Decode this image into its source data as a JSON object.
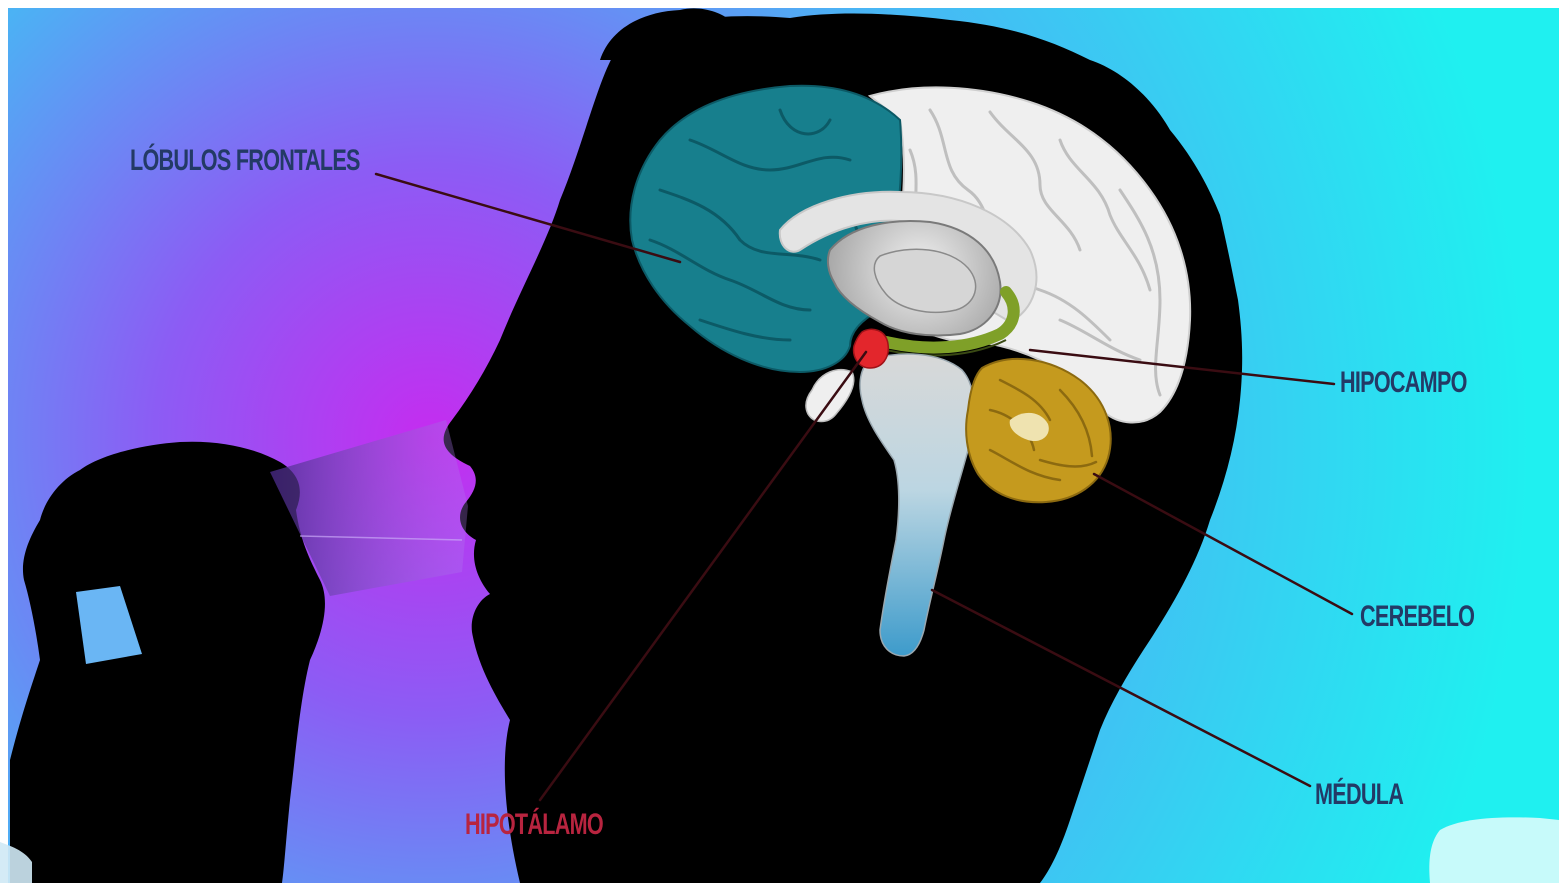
{
  "labels": {
    "frontal": "LÓBULOS FRONTALES",
    "hippocampus": "HIPOCAMPO",
    "cerebellum": "CEREBELO",
    "medulla": "MÉDULA",
    "hypothalamus": "HIPOTÁLAMO"
  },
  "colors": {
    "background_left": "#c930f0",
    "background_right": "#22e8f2",
    "silhouette": "#000000",
    "frontal_lobe": "#177f8d",
    "cerebrum": "#efefef",
    "hippocampus": "#7fa028",
    "hypothalamus": "#e3262c",
    "cerebellum": "#c59a1e",
    "brainstem": "#4aa6cf",
    "label_text_dark": "#233a66",
    "label_text_red": "#b8243f",
    "leader_line": "#3a0c12"
  }
}
